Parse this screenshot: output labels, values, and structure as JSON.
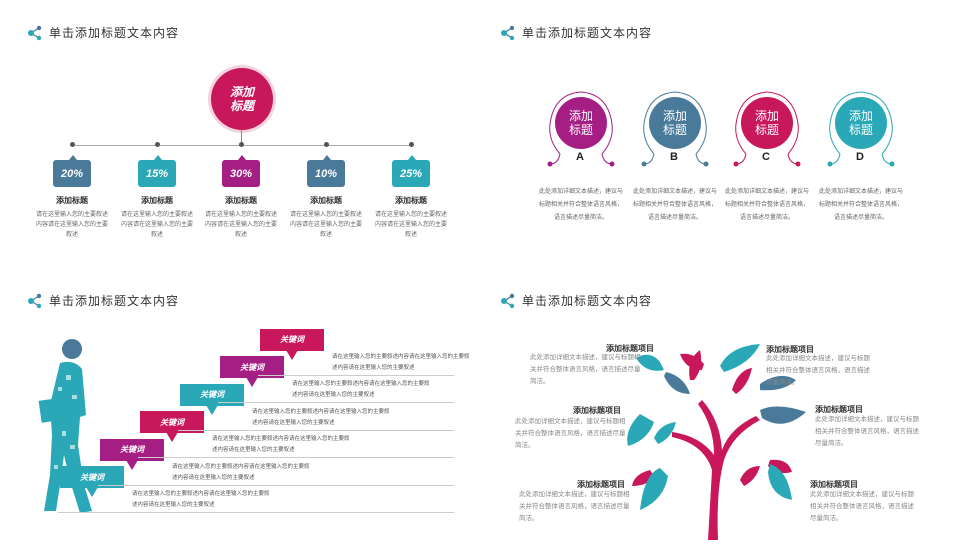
{
  "section_title": "单击添加标题文本内容",
  "q1": {
    "main_label": "添加标题",
    "columns": [
      {
        "percent": "20%",
        "heading": "添加标题",
        "text": "请在这里输入您的主要叙述内容请在这里输入您的主要叙述",
        "color": "#4a7a9a"
      },
      {
        "percent": "15%",
        "heading": "添加标题",
        "text": "请在这里输入您的主要叙述内容请在这里输入您的主要叙述",
        "color": "#2aa8b8"
      },
      {
        "percent": "30%",
        "heading": "添加标题",
        "text": "请在这里输入您的主要叙述内容请在这里输入您的主要叙述",
        "color": "#a51e84"
      },
      {
        "percent": "10%",
        "heading": "添加标题",
        "text": "请在这里输入您的主要叙述内容请在这里输入您的主要叙述",
        "color": "#4a7a9a"
      },
      {
        "percent": "25%",
        "heading": "添加标题",
        "text": "请在这里输入您的主要叙述内容请在这里输入您的主要叙述",
        "color": "#2aa8b8"
      }
    ]
  },
  "q2": {
    "items": [
      {
        "label": "添加标题",
        "letter": "A",
        "color": "#a51e84",
        "text": "此处添加详细文本描述，建议与标题相关并符合整体语言风格，语言描述尽量简洁。"
      },
      {
        "label": "添加标题",
        "letter": "B",
        "color": "#4a7a9a",
        "text": "此处添加详细文本描述，建议与标题相关并符合整体语言风格，语言描述尽量简洁。"
      },
      {
        "label": "添加标题",
        "letter": "C",
        "color": "#c8175a",
        "text": "此处添加详细文本描述，建议与标题相关并符合整体语言风格，语言描述尽量简洁。"
      },
      {
        "label": "添加标题",
        "letter": "D",
        "color": "#2aa8b8",
        "text": "此处添加详细文本描述，建议与标题相关并符合整体语言风格，语言描述尽量简洁。"
      }
    ]
  },
  "q3": {
    "keyword": "关键词",
    "steps": [
      {
        "color": "#2aa8b8",
        "text": "请在这里输入您的主要叙述内容请在这里输入您的主要叙述内容请在这里输入您的主要叙述"
      },
      {
        "color": "#a51e84",
        "text": "请在这里输入您的主要叙述内容请在这里输入您的主要叙述内容请在这里输入您的主要叙述"
      },
      {
        "color": "#c8175a",
        "text": "请在这里输入您的主要叙述内容请在这里输入您的主要叙述内容请在这里输入您的主要叙述"
      },
      {
        "color": "#2aa8b8",
        "text": "请在这里输入您的主要叙述内容请在这里输入您的主要叙述内容请在这里输入您的主要叙述"
      },
      {
        "color": "#a51e84",
        "text": "请在这里输入您的主要叙述内容请在这里输入您的主要叙述内容请在这里输入您的主要叙述"
      },
      {
        "color": "#c8175a",
        "text": "请在这里输入您的主要叙述内容请在这里输入您的主要叙述内容请在这里输入您的主要叙述"
      }
    ]
  },
  "q4": {
    "items": [
      {
        "heading": "添加标题项目",
        "text": "此处添加详细文本描述，建议与标题相关并符合整体语言风格，语言描述尽量简洁。"
      },
      {
        "heading": "添加标题项目",
        "text": "此处添加详细文本描述，建议与标题相关并符合整体语言风格，语言描述尽量简洁。"
      },
      {
        "heading": "添加标题项目",
        "text": "此处添加详细文本描述，建议与标题相关并符合整体语言风格，语言描述尽量简洁。"
      },
      {
        "heading": "添加标题项目",
        "text": "此处添加详细文本描述，建议与标题相关并符合整体语言风格，语言描述尽量简洁。"
      },
      {
        "heading": "添加标题项目",
        "text": "此处添加详细文本描述，建议与标题相关并符合整体语言风格，语言描述尽量简洁。"
      },
      {
        "heading": "添加标题项目",
        "text": "此处添加详细文本描述，建议与标题相关并符合整体语言风格，语言描述尽量简洁。"
      }
    ]
  },
  "colors": {
    "teal": "#2aa8b8",
    "slate": "#4a7a9a",
    "magenta": "#a51e84",
    "crimson": "#c8175a"
  }
}
